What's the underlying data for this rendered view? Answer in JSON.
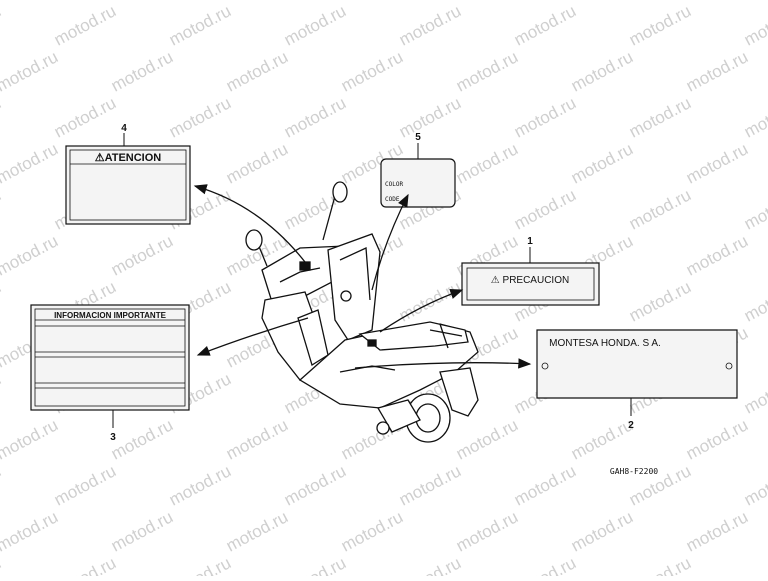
{
  "watermark": {
    "text": "motod.ru"
  },
  "callouts": {
    "c1": "1",
    "c2": "2",
    "c3": "3",
    "c4": "4",
    "c5": "5"
  },
  "labels": {
    "atencion": "⚠ATENCION",
    "color_code_color": "COLOR",
    "color_code_code": "CODE",
    "precaucion": "⚠ PRECAUCION",
    "informacion": "INFORMACION  IMPORTANTE",
    "montesa": "MONTESA HONDA. S  A."
  },
  "figure_code": "GAH8-F2200",
  "colors": {
    "line": "#111111",
    "label_fill": "#f4f4f4",
    "watermark": "#cfcfcf"
  }
}
